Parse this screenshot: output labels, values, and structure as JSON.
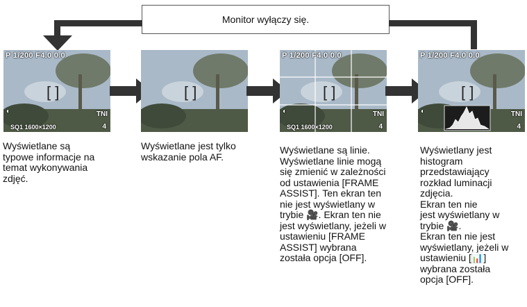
{
  "banner": {
    "text": "Monitor wyłączy się."
  },
  "screens": [
    {
      "osd_top": "P 1/200 F4.0 0.0",
      "osd_bottom": "SQ1 1600×1200",
      "osd_mode": "TNI",
      "osd_count": "4",
      "description": "Wyświetlane są\ntypowe informacje na\ntemat wykonywania\nzdjęć."
    },
    {
      "description": "Wyświetlane jest tylko\nwskazanie pola AF."
    },
    {
      "osd_top": "P 1/200 F4.0 0.0",
      "osd_bottom": "SQ1 1600×1200",
      "osd_mode": "TNI",
      "osd_count": "4",
      "description": "Wyświetlane są linie.\nWyświetlane linie mogą\nsię zmienić w zależności\nod ustawienia [FRAME\nASSIST]. Ten ekran ten\nnie jest wyświetlany w\ntrybie 🎥. Ekran ten nie\njest wyświetlany, jeżeli w\nustawieniu [FRAME\nASSIST] wybrana\nzostała opcja [OFF]."
    },
    {
      "osd_top": "P 1/200 F4.0 0.0",
      "osd_mode": "TNI",
      "osd_count": "4",
      "description": "Wyświetlany jest\nhistogram\nprzedstawiający\nrozkład luminacji\nzdjęcia.\nEkran ten nie\njest wyświetlany w\ntrybie 🎥.\nEkran ten nie jest\nwyświetlany, jeżeli w\nustawieniu [📊]\nwybrana została\nopcja [OFF]."
    }
  ]
}
